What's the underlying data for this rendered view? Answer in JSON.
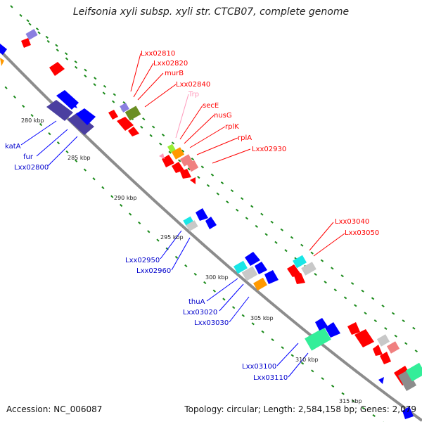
{
  "title": "Leifsonia xyli subsp. xyli str. CTCB07, complete genome",
  "accession": "Accession: NC_006087",
  "summary": "Topology: circular; Length: 2,584,158 bp; Genes: 2,079",
  "ticks": [
    "280 kbp",
    "285 kbp",
    "290 kbp",
    "295 kbp",
    "300 kbp",
    "305 kbp",
    "310 kbp",
    "315 kbp"
  ],
  "red_labels": [
    "Lxx02810",
    "Lxx02820",
    "murB",
    "Lxx02840",
    "Trp",
    "secE",
    "nusG",
    "rplK",
    "rplA",
    "Lxx02930",
    "Lxx03040",
    "Lxx03050"
  ],
  "blue_labels": [
    "katA",
    "fur",
    "Lxx02800",
    "Lxx02950",
    "Lxx02960",
    "thuA",
    "Lxx03020",
    "Lxx03030",
    "Lxx03100",
    "Lxx03110"
  ],
  "colors": {
    "backbone": "#8c8c8c",
    "red_gene": "#ff0000",
    "blue_gene": "#0000ff",
    "navy_gene": "#4b3fa0",
    "olive_gene": "#6b8e23",
    "cyan_gene": "#19e6e6",
    "grey_gene": "#c8c8c8",
    "pink_gene": "#f08080",
    "orange_gene": "#ff9900",
    "lavender_gene": "#8a7fe0",
    "mint_gene": "#33ee99",
    "dots": "#1a8a1a",
    "trp_label": "#ff99bb"
  }
}
